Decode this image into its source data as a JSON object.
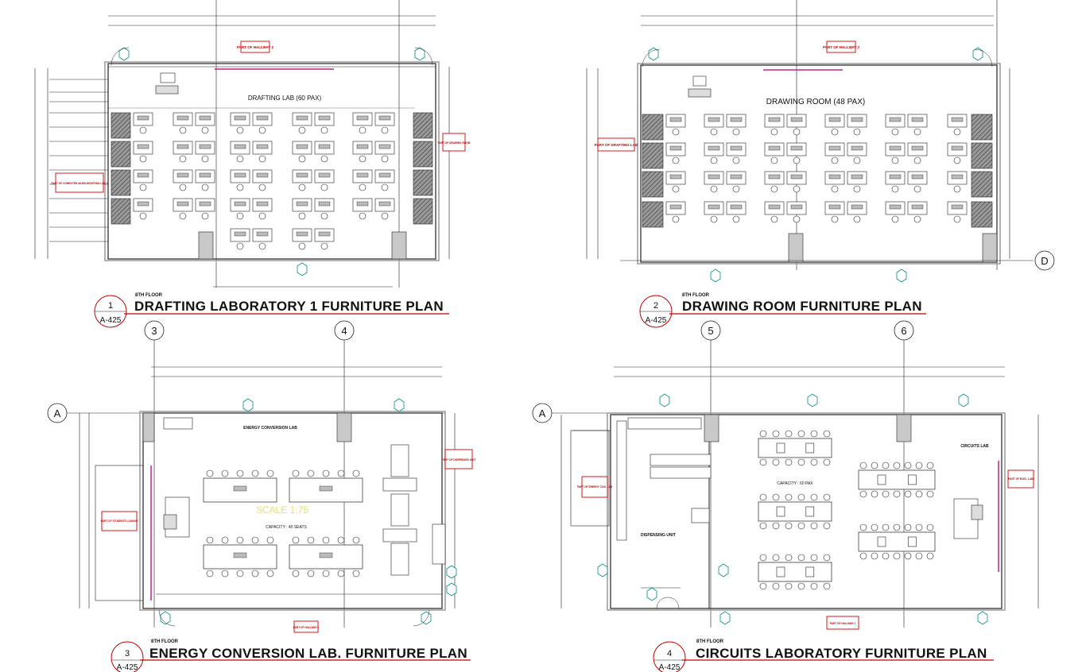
{
  "plans": [
    {
      "id": "plan-1",
      "number": "1",
      "sheet": "A-425",
      "floor": "8TH FLOOR",
      "title": "DRAFTING LABORATORY 1 FURNITURE PLAN",
      "room_label": "DRAFTING LAB (60 PAX)",
      "tags": [
        "PART OF HALLWAY 2",
        "PART OF DRAWING ROOM",
        "PART OF COMPUTER AIDED DRAFTING LAB 2"
      ]
    },
    {
      "id": "plan-2",
      "number": "2",
      "sheet": "A-425",
      "floor": "8TH FLOOR",
      "title": "DRAWING ROOM FURNITURE PLAN",
      "room_label": "DRAWING ROOM (48 PAX)",
      "tags": [
        "PART OF HALLWAY 2",
        "PART OF DRAFTING LAB"
      ]
    },
    {
      "id": "plan-3",
      "number": "3",
      "sheet": "A-425",
      "floor": "8TH FLOOR",
      "title": "ENERGY CONVERSION LAB. FURNITURE PLAN",
      "room_label": "ENERGY CONVERSION LAB",
      "capacity": "CAPACITY : 40 SEATS",
      "watermark": "SCALE 1:75",
      "tags": [
        "PART OF STUDENTS LOUNGE",
        "PART OF DISPENSING UNIT",
        "PART OF HALLWAY 1"
      ]
    },
    {
      "id": "plan-4",
      "number": "4",
      "sheet": "A-425",
      "floor": "8TH FLOOR",
      "title": "CIRCUITS LABORATORY FURNITURE PLAN",
      "room_label": "CIRCUITS LAB",
      "room_label_2": "DISPENSING UNIT",
      "capacity": "CAPACITY : 60 PAX",
      "tags": [
        "PART OF ENERGY CON. LAB",
        "PART OF ELEC. LAB",
        "PART OF HALLWAY 1"
      ]
    }
  ],
  "grid_labels": {
    "g3": "3",
    "g4": "4",
    "g5": "5",
    "g6": "6",
    "gA1": "A",
    "gA2": "A",
    "gD": "D"
  },
  "colors": {
    "line": "#222222",
    "dimension": "#c00000",
    "tag_box": "#d00000",
    "marker": "#009080",
    "wall_fill": "#c8c8c8",
    "hatch": "#555555",
    "magenta": "#c0208a"
  }
}
